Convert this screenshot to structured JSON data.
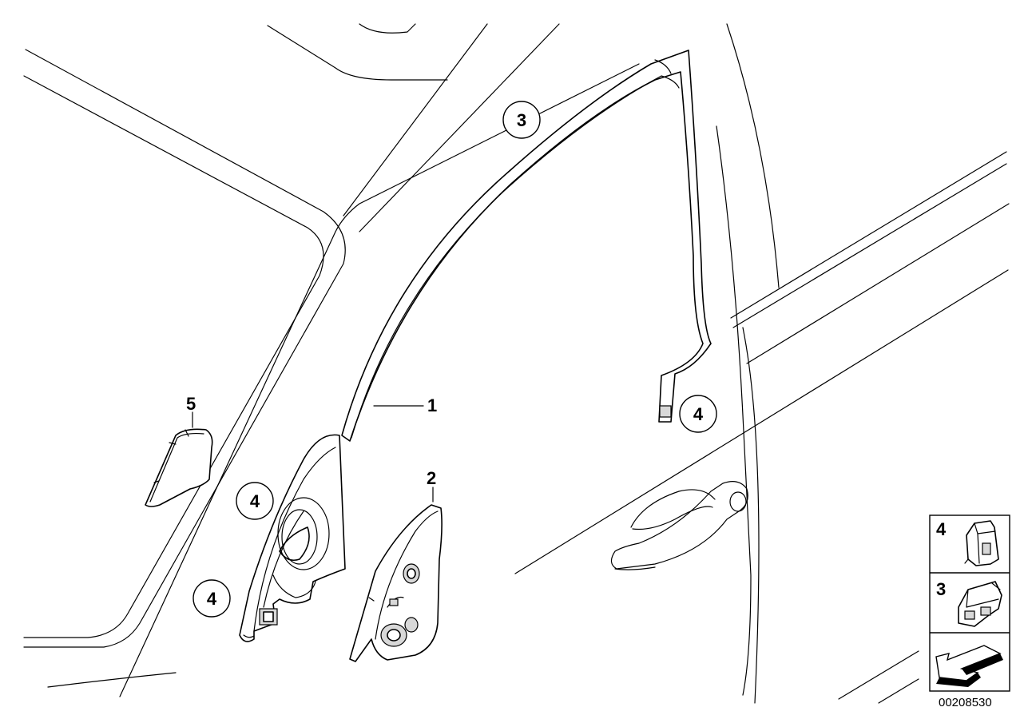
{
  "part_labels": {
    "label_1": "1",
    "label_2": "2",
    "label_5": "5"
  },
  "callouts": {
    "callout_3_top": "3",
    "callout_4_right": "4",
    "callout_4_left_upper": "4",
    "callout_4_left_lower": "4"
  },
  "legend": {
    "row_1_number": "4",
    "row_2_number": "3"
  },
  "document_id": "00208530"
}
